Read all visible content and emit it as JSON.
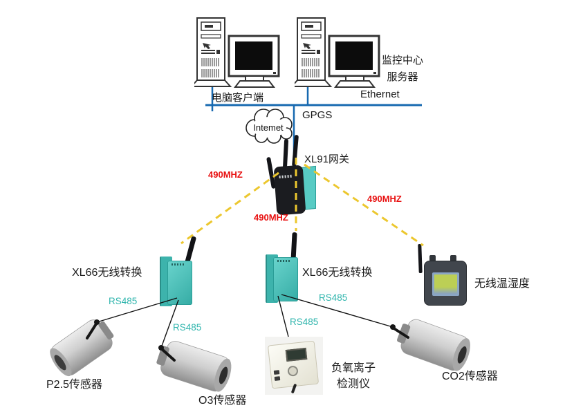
{
  "header": {
    "client_label": "电脑客户端",
    "server_label_line1": "监控中心",
    "server_label_line2": "服务器",
    "ethernet_label": "Ethernet",
    "gpgs_label": "GPGS",
    "internet_label": "Intemet"
  },
  "gateway": {
    "label": "XL91网关"
  },
  "rf_links": {
    "labels": [
      "490MHZ",
      "490MHZ",
      "490MHZ"
    ]
  },
  "converters": {
    "left_label": "XL66无线转换",
    "middle_label": "XL66无线转换"
  },
  "rs485_links": {
    "labels": [
      "RS485",
      "RS485",
      "RS485",
      "RS485"
    ]
  },
  "devices": {
    "temp_humidity_label": "无线温湿度",
    "pm25_label": "P2.5传感器",
    "o3_label": "O3传感器",
    "ion_label_line1": "负氧离子",
    "ion_label_line2": "检测仪",
    "co2_label": "CO2传感器"
  },
  "colors": {
    "ethernet_bus_blue": "#1769b0",
    "rf_dash_yellow": "#ecc72e",
    "freq_text_red": "#e81010",
    "rs485_text_teal": "#2fb5ad",
    "converter_teal": "#45c0b8"
  }
}
